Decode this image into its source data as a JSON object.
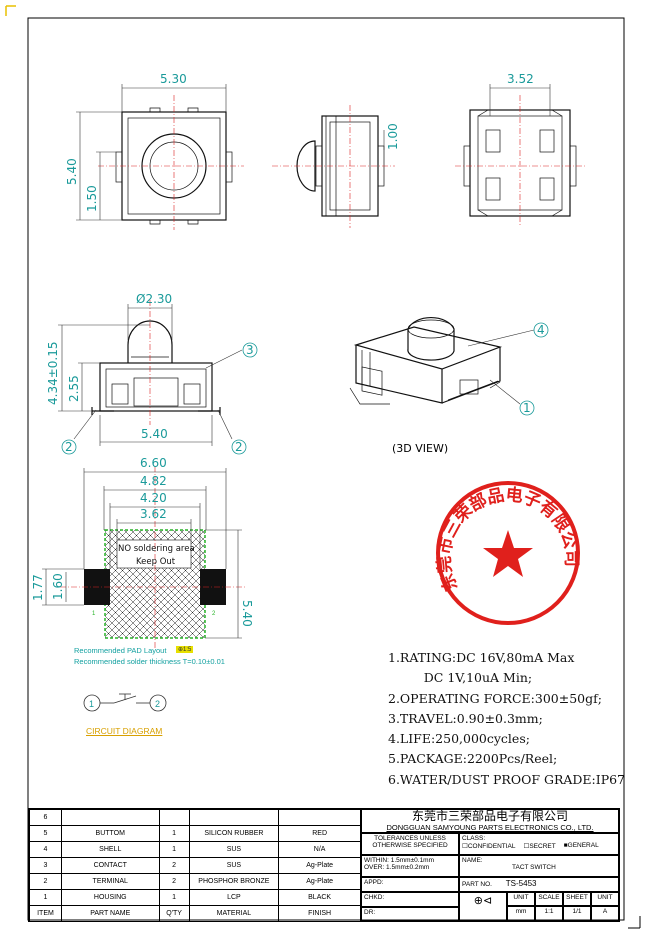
{
  "dims": {
    "top_width": "5.30",
    "top_height": "5.40",
    "top_offset": "1.50",
    "side_height": "1.00",
    "right_width": "3.52",
    "knob_dia": "Ø2.30",
    "total_height": "4.34±0.15",
    "body_height": "2.55",
    "bottom_width": "5.40",
    "pad_outer": "6.60",
    "pad_482": "4.82",
    "pad_420": "4.20",
    "pad_362": "3.62",
    "pad_177": "1.77",
    "pad_160": "1.60",
    "pad_540": "5.40"
  },
  "callouts": {
    "c1": "1",
    "c2": "2",
    "c3": "3",
    "c4": "4"
  },
  "view_label": "(3D VIEW)",
  "pad": {
    "no_solder": "NO soldering area",
    "keep_out": "Keep Out",
    "rec_layout": "Recommended PAD Layout",
    "rec_thickness": "Recommended solder thickness  T=0.10±0.01",
    "pin1": "1",
    "pin2": "2"
  },
  "circuit": {
    "label": "CIRCUIT DIAGRAM",
    "p1": "1",
    "p2": "2"
  },
  "notes": [
    "1.RATING:DC 16V,80mA Max",
    "         DC 1V,10uA Min;",
    "2.OPERATING FORCE:300±50gf;",
    "3.TRAVEL:0.90±0.3mm;",
    "4.LIFE:250,000cycles;",
    "5.PACKAGE:2200Pcs/Reel;",
    "6.WATER/DUST PROOF GRADE:IP67"
  ],
  "bom": {
    "header": [
      "ITEM",
      "PART NAME",
      "Q'TY",
      "MATERIAL",
      "FINISH"
    ],
    "rows": [
      [
        "6",
        "",
        "",
        "",
        ""
      ],
      [
        "5",
        "BUTTOM",
        "1",
        "SILICON RUBBER",
        "RED"
      ],
      [
        "4",
        "SHELL",
        "1",
        "SUS",
        "N/A"
      ],
      [
        "3",
        "CONTACT",
        "2",
        "SUS",
        "Ag-Plate"
      ],
      [
        "2",
        "TERMINAL",
        "2",
        "PHOSPHOR BRONZE",
        "Ag-Plate"
      ],
      [
        "1",
        "HOUSING",
        "1",
        "LCP",
        "BLACK"
      ]
    ]
  },
  "title_block": {
    "company_cn": "东莞市三荣部品电子有限公司",
    "company_en": "DONGGUAN SAMYOUNG PARTS ELECTRONICS CO., LTD.",
    "tolerances": "TOLERANCES UNLESS OTHERWISE SPECIFIED",
    "class_label": "CLASS:",
    "confidential": "CONFIDENTIAL",
    "secret": "SECRET",
    "general": "GENERAL",
    "within": "WITHIN: 1.5mm±0.1mm",
    "over": "OVER: 1.5mm±0.2mm",
    "name_label": "NAME:",
    "name_value": "TACT SWITCH",
    "appd": "APPD:",
    "part_no_label": "PART NO.",
    "part_no": "TS-5453",
    "chkd": "CHKD:",
    "dr": "DR:",
    "unit_label": "UNIT",
    "scale_label": "SCALE",
    "sheet_label": "SHEET",
    "unit2_label": "UNIT",
    "unit_value": "mm",
    "scale_value": "1:1",
    "sheet_value": "1/1",
    "unit2_value": "A"
  },
  "seal": {
    "text": "东莞市三荣部品电子有限公司"
  },
  "colors": {
    "dim": "#1a9a9a",
    "seal": "#e0201c",
    "center": "#d22222",
    "pad_green": "#28b428"
  }
}
